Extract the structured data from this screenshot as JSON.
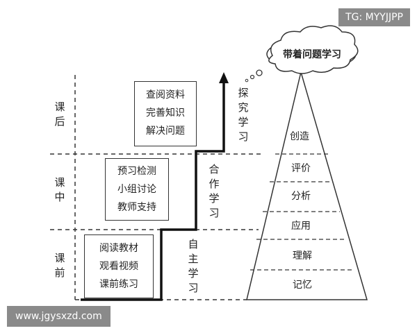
{
  "watermarks": {
    "top_right": "TG: MYYJJPP",
    "bottom_left": "www.jgysxzd.com"
  },
  "cloud_label": "带着问题学习",
  "phases": [
    {
      "label": "课\n后"
    },
    {
      "label": "课\n中"
    },
    {
      "label": "课\n前"
    }
  ],
  "activity_boxes": [
    {
      "lines": [
        "查阅资料",
        "完善知识",
        "解决问题"
      ]
    },
    {
      "lines": [
        "预习检测",
        "小组讨论",
        "教师支持"
      ]
    },
    {
      "lines": [
        "阅读教材",
        "观看视频",
        "课前练习"
      ]
    }
  ],
  "step_labels": [
    {
      "text": "探\n究\n学\n习"
    },
    {
      "text": "合\n作\n学\n习"
    },
    {
      "text": "自\n主\n学\n习"
    }
  ],
  "pyramid_levels": [
    "创造",
    "评价",
    "分析",
    "应用",
    "理解",
    "记忆"
  ]
}
